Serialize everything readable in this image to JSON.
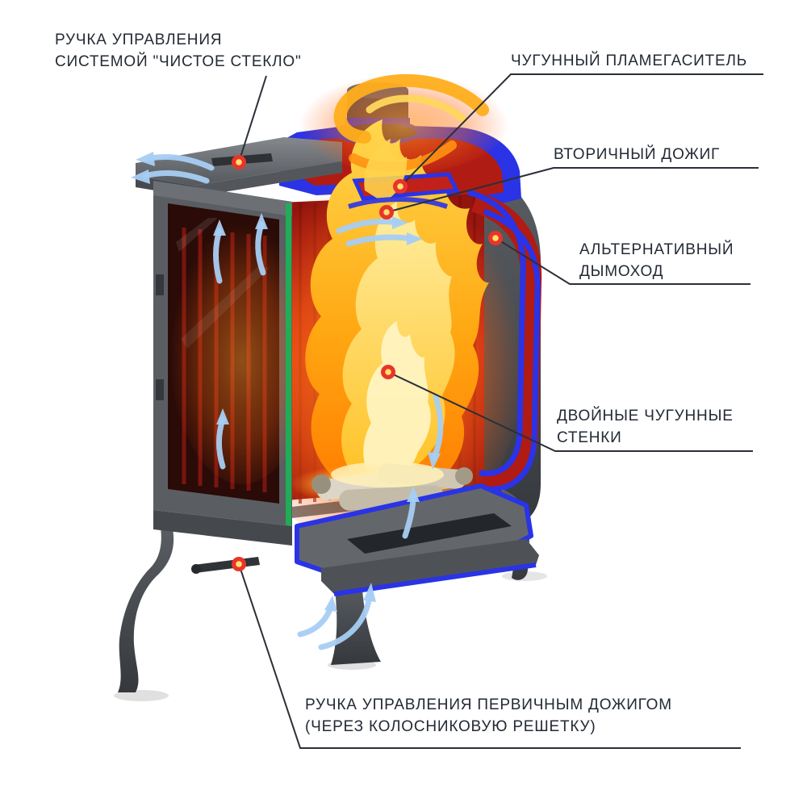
{
  "labels": {
    "clean_glass": {
      "line1": "РУЧКА УПРАВЛЕНИЯ",
      "line2": "СИСТЕМОЙ \"ЧИСТОЕ СТЕКЛО\""
    },
    "flame_arrester": {
      "line1": "ЧУГУННЫЙ ПЛАМЕГАСИТЕЛЬ"
    },
    "secondary_burn": {
      "line1": "ВТОРИЧНЫЙ ДОЖИГ"
    },
    "alt_chimney": {
      "line1": "АЛЬТЕРНАТИВНЫЙ",
      "line2": "ДЫМОХОД"
    },
    "double_walls": {
      "line1": "ДВОЙНЫЕ ЧУГУННЫЕ",
      "line2": "СТЕНКИ"
    },
    "primary_burn": {
      "line1": "РУЧКА УПРАВЛЕНИЯ ПЕРВИЧНЫМ ДОЖИГОМ",
      "line2": "(ЧЕРЕЗ КОЛОСНИКОВУЮ РЕШЕТКУ)"
    }
  },
  "colors": {
    "cut_edge_blue": "#2a33e6",
    "interior_red": "#b01c14",
    "air_flow_blue": "#a6cdf3",
    "glass_cut_green": "#1fae55",
    "callout_dot_red": "#e8352a",
    "callout_dot_center": "#ffe06e",
    "label_text": "#232a34"
  }
}
